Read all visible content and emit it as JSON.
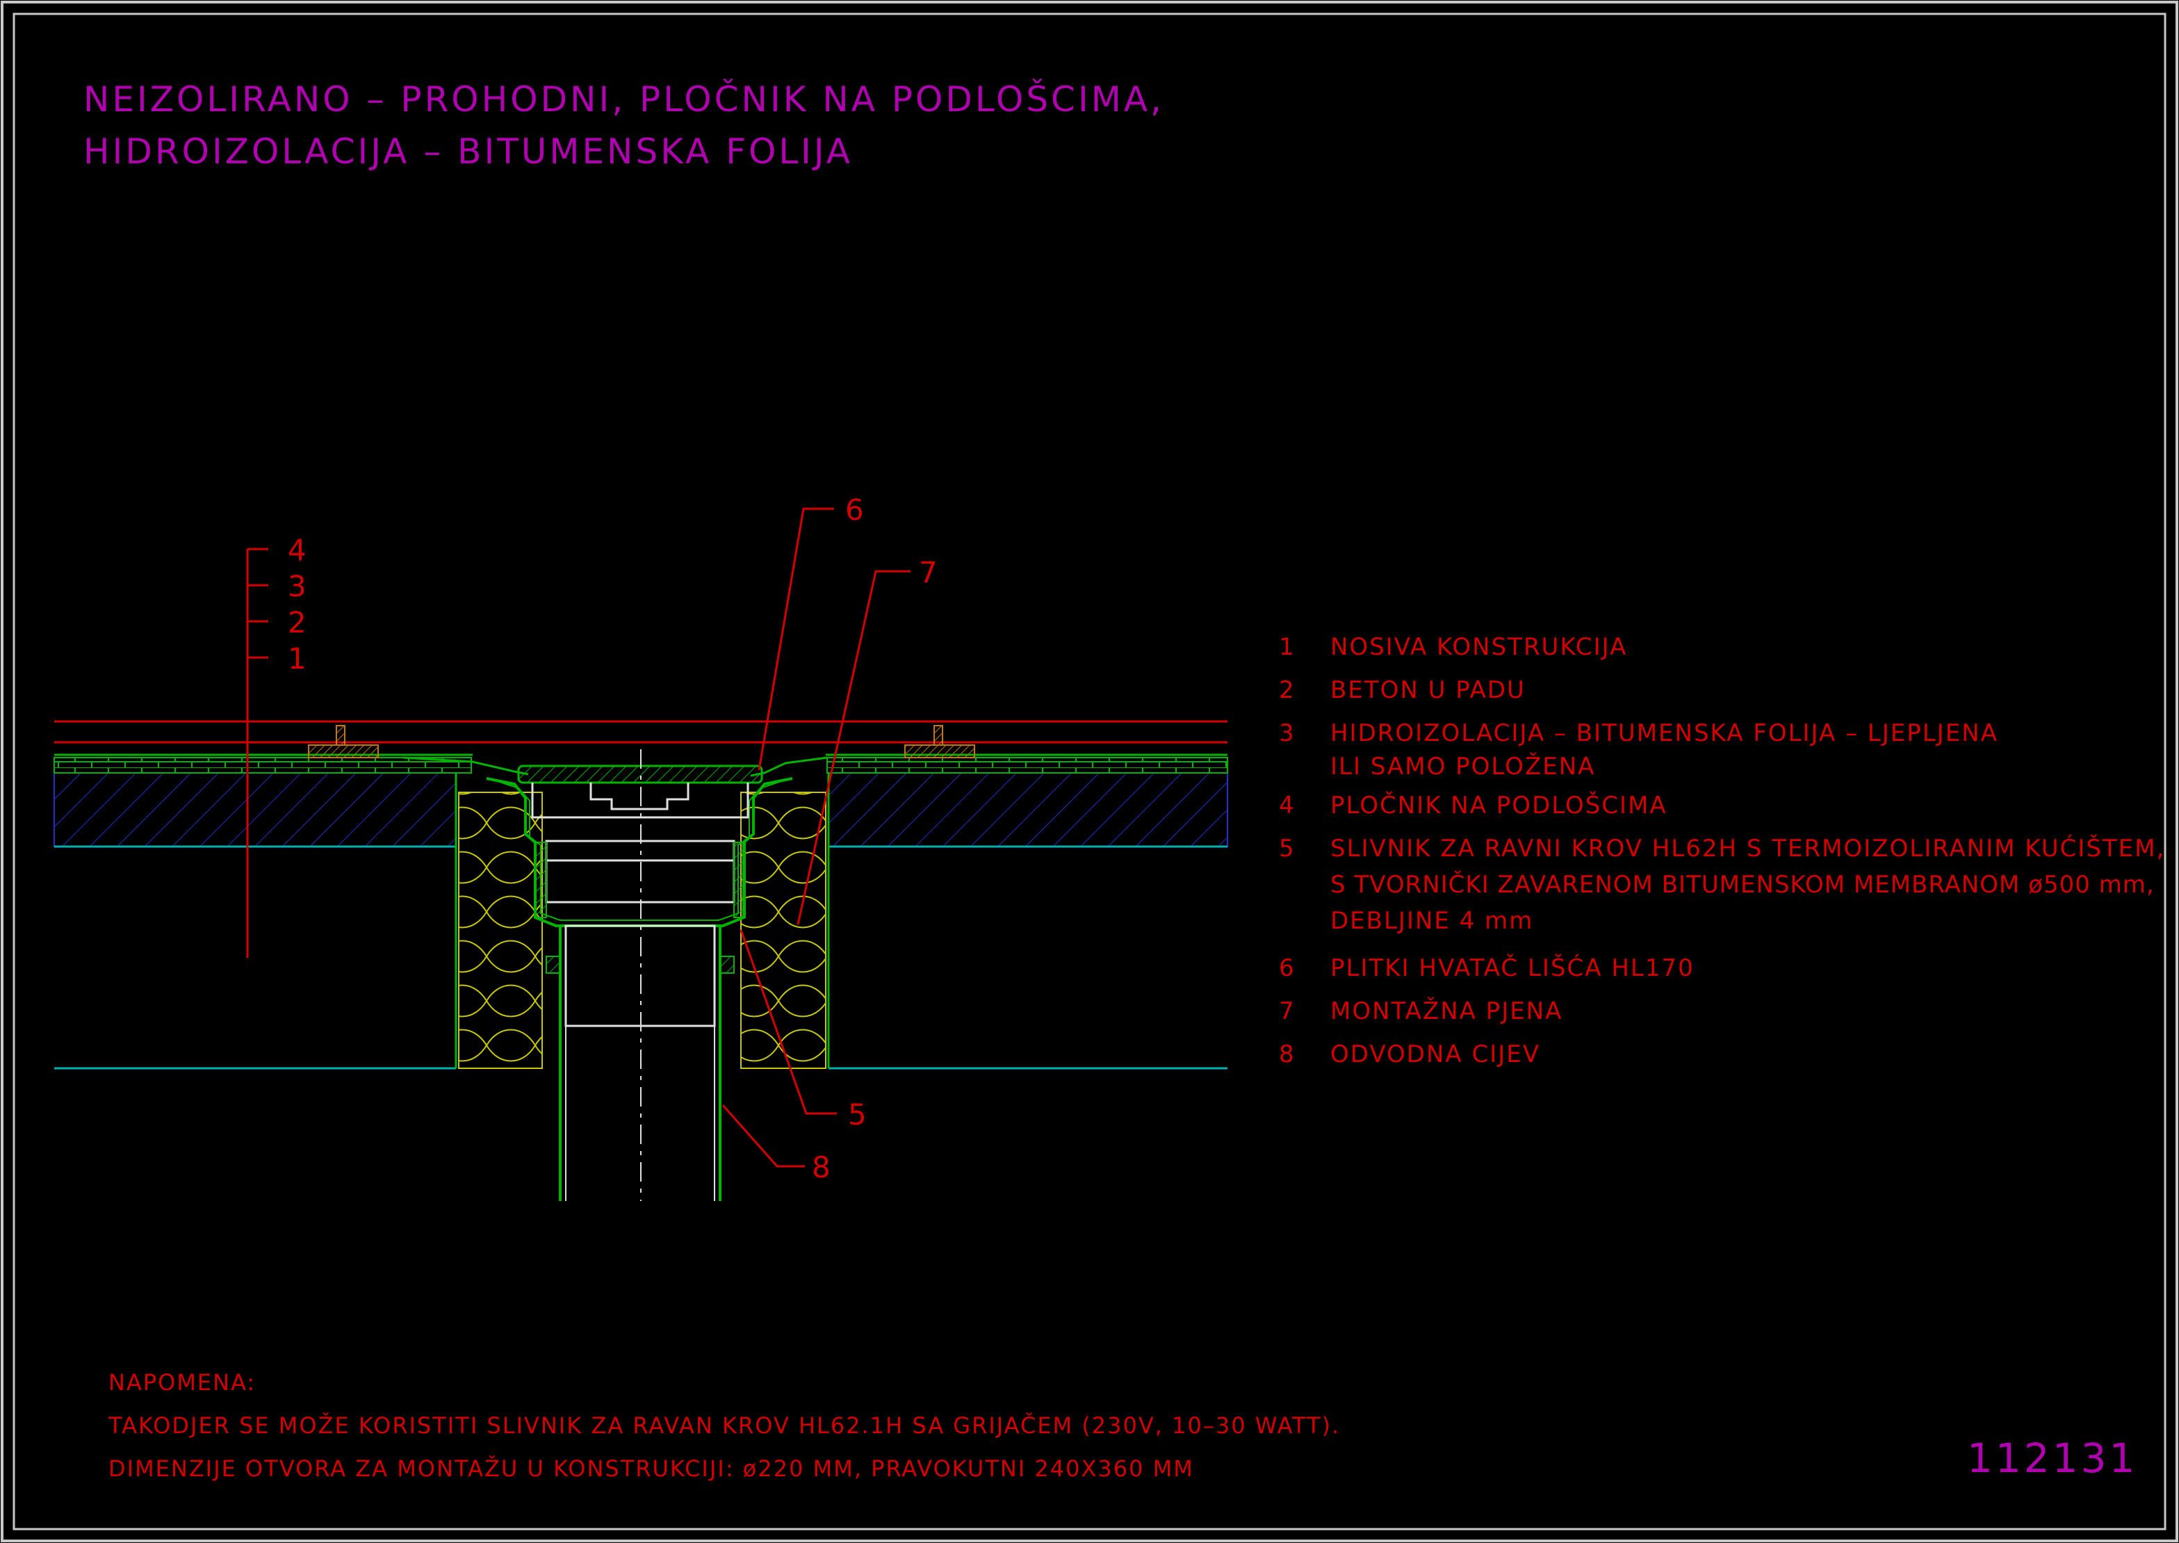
{
  "title": {
    "line1": "NEIZOLIRANO – PROHODNI, PLOČNIK NA PODLOŠCIMA,",
    "line2": "HIDROIZOLACIJA – BITUMENSKA FOLIJA"
  },
  "layer_tags": [
    "4",
    "3",
    "2",
    "1"
  ],
  "callouts": {
    "c5": "5",
    "c6": "6",
    "c7": "7",
    "c8": "8"
  },
  "legend": {
    "items": [
      {
        "num": "1",
        "lines": [
          "NOSIVA KONSTRUKCIJA"
        ]
      },
      {
        "num": "2",
        "lines": [
          "BETON U PADU"
        ]
      },
      {
        "num": "3",
        "lines": [
          "HIDROIZOLACIJA – BITUMENSKA FOLIJA – LJEPLJENA",
          "ILI SAMO POLOŽENA"
        ]
      },
      {
        "num": "4",
        "lines": [
          "PLOČNIK NA PODLOŠCIMA"
        ]
      },
      {
        "num": "5",
        "lines": [
          "SLIVNIK ZA RAVNI KROV HL62H S TERMOIZOLIRANIM KUĆIŠTEM,",
          "S TVORNIČKI ZAVARENOM BITUMENSKOM MEMBRANOM ø500 mm,",
          "DEBLJINE 4 mm"
        ]
      },
      {
        "num": "6",
        "lines": [
          "PLITKI HVATAČ LIŠĆA HL170"
        ]
      },
      {
        "num": "7",
        "lines": [
          "MONTAŽNA PJENA"
        ]
      },
      {
        "num": "8",
        "lines": [
          "ODVODNA CIJEV"
        ]
      }
    ]
  },
  "note": {
    "label": "NAPOMENA:",
    "line1": "TAKODJER SE MOŽE KORISTITI SLIVNIK ZA RAVAN KROV HL62.1H SA GRIJAČEM (230V, 10–30 WATT).",
    "line2": "DIMENZIJE OTVORA ZA MONTAŽU U KONSTRUKCIJI: ø220 MM, PRAVOKUTNI 240X360 MM"
  },
  "drawing_number": "112131",
  "colors": {
    "background": "#000000",
    "frame": "#c8c8c8",
    "magenta": "#b000b0",
    "red": "#d40000",
    "green": "#00b400",
    "blue": "#2030c8",
    "cyan": "#00b0b0",
    "yellow": "#c8c800",
    "orange": "#c87800",
    "white": "#e0e0e0"
  }
}
